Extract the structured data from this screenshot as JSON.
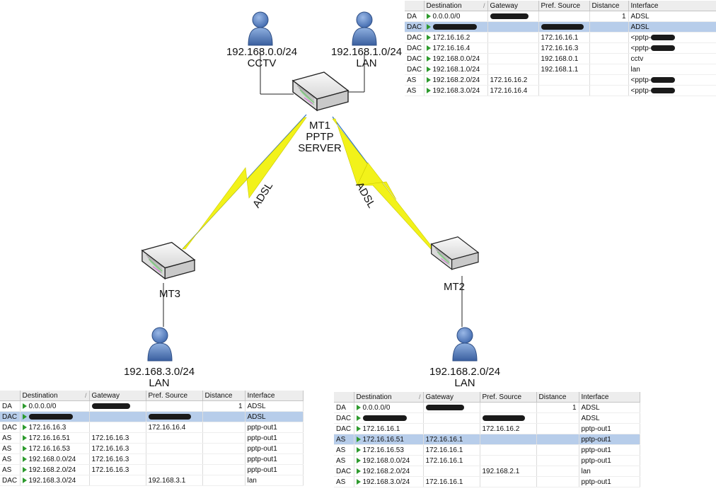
{
  "nodes": {
    "mt1": {
      "name": "MT1",
      "role_line1": "PPTP",
      "role_line2": "SERVER"
    },
    "mt2": {
      "name": "MT2"
    },
    "mt3": {
      "name": "MT3"
    }
  },
  "clients": {
    "cctv": {
      "subnet": "192.168.0.0/24",
      "label": "CCTV"
    },
    "lan1": {
      "subnet": "192.168.1.0/24",
      "label": "LAN"
    },
    "lan3": {
      "subnet": "192.168.3.0/24",
      "label": "LAN"
    },
    "lan2": {
      "subnet": "192.168.2.0/24",
      "label": "LAN"
    }
  },
  "links": {
    "left_label": "ADSL",
    "right_label": "ADSL"
  },
  "colors": {
    "bolt": "#f2f21a",
    "link_line": "#2f74c0",
    "router_body": "#e9e9e9",
    "user_icon": "#5b84c4",
    "selected_row": "#b7cdea"
  },
  "tables": {
    "headers": [
      "",
      "Destination",
      "Gateway",
      "Pref. Source",
      "Distance",
      "Interface"
    ],
    "mt1": {
      "rows": [
        {
          "flags": "DA",
          "dest": "0.0.0.0/0",
          "gateway": "",
          "gw_redacted": true,
          "pref": "",
          "pref_redacted": false,
          "distance": "1",
          "iface": "ADSL",
          "iface_redacted": false,
          "selected": false
        },
        {
          "flags": "DAC",
          "dest": "",
          "dest_redacted": true,
          "gateway": "",
          "pref": "",
          "pref_redacted": true,
          "distance": "",
          "iface": "ADSL",
          "selected": true
        },
        {
          "flags": "DAC",
          "dest": "172.16.16.2",
          "gateway": "",
          "pref": "172.16.16.1",
          "distance": "",
          "iface": "<pptp-",
          "iface_redacted": true,
          "selected": false
        },
        {
          "flags": "DAC",
          "dest": "172.16.16.4",
          "gateway": "",
          "pref": "172.16.16.3",
          "distance": "",
          "iface": "<pptp-",
          "iface_redacted": true,
          "selected": false
        },
        {
          "flags": "DAC",
          "dest": "192.168.0.0/24",
          "gateway": "",
          "pref": "192.168.0.1",
          "distance": "",
          "iface": "cctv",
          "selected": false
        },
        {
          "flags": "DAC",
          "dest": "192.168.1.0/24",
          "gateway": "",
          "pref": "192.168.1.1",
          "distance": "",
          "iface": "lan",
          "selected": false
        },
        {
          "flags": "AS",
          "dest": "192.168.2.0/24",
          "gateway": "172.16.16.2",
          "pref": "",
          "distance": "",
          "iface": "<pptp-",
          "iface_redacted": true,
          "selected": false
        },
        {
          "flags": "AS",
          "dest": "192.168.3.0/24",
          "gateway": "172.16.16.4",
          "pref": "",
          "distance": "",
          "iface": "<pptp-",
          "iface_redacted": true,
          "selected": false
        }
      ]
    },
    "mt3": {
      "rows": [
        {
          "flags": "DA",
          "dest": "0.0.0.0/0",
          "gateway": "",
          "gw_redacted": true,
          "pref": "",
          "distance": "1",
          "iface": "ADSL",
          "selected": false
        },
        {
          "flags": "DAC",
          "dest": "",
          "dest_redacted": true,
          "gateway": "",
          "pref": "",
          "pref_redacted": true,
          "distance": "",
          "iface": "ADSL",
          "selected": true
        },
        {
          "flags": "DAC",
          "dest": "172.16.16.3",
          "gateway": "",
          "pref": "172.16.16.4",
          "distance": "",
          "iface": "pptp-out1",
          "selected": false
        },
        {
          "flags": "AS",
          "dest": "172.16.16.51",
          "gateway": "172.16.16.3",
          "pref": "",
          "distance": "",
          "iface": "pptp-out1",
          "selected": false
        },
        {
          "flags": "AS",
          "dest": "172.16.16.53",
          "gateway": "172.16.16.3",
          "pref": "",
          "distance": "",
          "iface": "pptp-out1",
          "selected": false
        },
        {
          "flags": "AS",
          "dest": "192.168.0.0/24",
          "gateway": "172.16.16.3",
          "pref": "",
          "distance": "",
          "iface": "pptp-out1",
          "selected": false
        },
        {
          "flags": "AS",
          "dest": "192.168.2.0/24",
          "gateway": "172.16.16.3",
          "pref": "",
          "distance": "",
          "iface": "pptp-out1",
          "selected": false
        },
        {
          "flags": "DAC",
          "dest": "192.168.3.0/24",
          "gateway": "",
          "pref": "192.168.3.1",
          "distance": "",
          "iface": "lan",
          "selected": false
        }
      ]
    },
    "mt2": {
      "rows": [
        {
          "flags": "DA",
          "dest": "0.0.0.0/0",
          "gateway": "",
          "gw_redacted": true,
          "pref": "",
          "distance": "1",
          "iface": "ADSL",
          "selected": false
        },
        {
          "flags": "DAC",
          "dest": "",
          "dest_redacted": true,
          "gateway": "",
          "pref": "",
          "pref_redacted": true,
          "distance": "",
          "iface": "ADSL",
          "selected": false
        },
        {
          "flags": "DAC",
          "dest": "172.16.16.1",
          "gateway": "",
          "pref": "172.16.16.2",
          "distance": "",
          "iface": "pptp-out1",
          "selected": false
        },
        {
          "flags": "AS",
          "dest": "172.16.16.51",
          "gateway": "172.16.16.1",
          "pref": "",
          "distance": "",
          "iface": "pptp-out1",
          "selected": true
        },
        {
          "flags": "AS",
          "dest": "172.16.16.53",
          "gateway": "172.16.16.1",
          "pref": "",
          "distance": "",
          "iface": "pptp-out1",
          "selected": false
        },
        {
          "flags": "AS",
          "dest": "192.168.0.0/24",
          "gateway": "172.16.16.1",
          "pref": "",
          "distance": "",
          "iface": "pptp-out1",
          "selected": false
        },
        {
          "flags": "DAC",
          "dest": "192.168.2.0/24",
          "gateway": "",
          "pref": "192.168.2.1",
          "distance": "",
          "iface": "lan",
          "selected": false
        },
        {
          "flags": "AS",
          "dest": "192.168.3.0/24",
          "gateway": "172.16.16.1",
          "pref": "",
          "distance": "",
          "iface": "pptp-out1",
          "selected": false
        }
      ]
    }
  }
}
